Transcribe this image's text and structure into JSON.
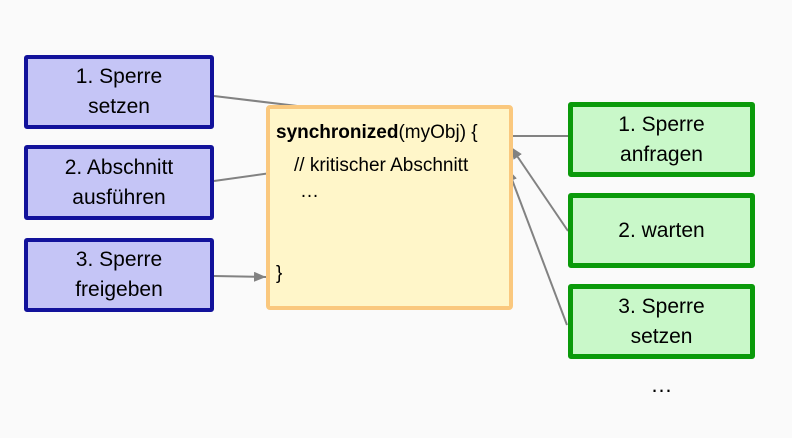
{
  "left_steps": {
    "items": [
      {
        "line1": "1. Sperre",
        "line2": "setzen"
      },
      {
        "line1": "2. Abschnitt",
        "line2": "ausführen"
      },
      {
        "line1": "3. Sperre",
        "line2": "freigeben"
      }
    ]
  },
  "right_steps": {
    "items": [
      {
        "line1": "1. Sperre",
        "line2": "anfragen"
      },
      {
        "line1": "2. warten"
      },
      {
        "line1": "3. Sperre",
        "line2": "setzen"
      }
    ],
    "more_indicator": "…"
  },
  "code_box": {
    "keyword": "synchronized",
    "line1_rest": "(myObj) {",
    "line2": "// kritischer Abschnitt",
    "line3": "…",
    "line4": "}"
  },
  "arrows": {
    "connections": [
      {
        "from": "left-step-1",
        "to": "code-synchronized-line"
      },
      {
        "from": "left-step-2",
        "to": "code-comment-line"
      },
      {
        "from": "left-step-3",
        "to": "code-closing-brace"
      },
      {
        "from": "right-step-1",
        "to": "code-opening-brace"
      },
      {
        "from": "right-step-2",
        "to": "code-opening-brace"
      },
      {
        "from": "right-step-3",
        "to": "code-opening-brace"
      }
    ]
  },
  "colors": {
    "page-bg": "#FAFAFA",
    "purple-fill": "#C5C5F6",
    "purple-border": "#12129B",
    "green-fill": "#C9F8C9",
    "green-border": "#0A9A0A",
    "yellow-fill": "#FFF6C9",
    "yellow-border": "#FAC87E",
    "arrow": "#828282",
    "text": "#000000"
  }
}
